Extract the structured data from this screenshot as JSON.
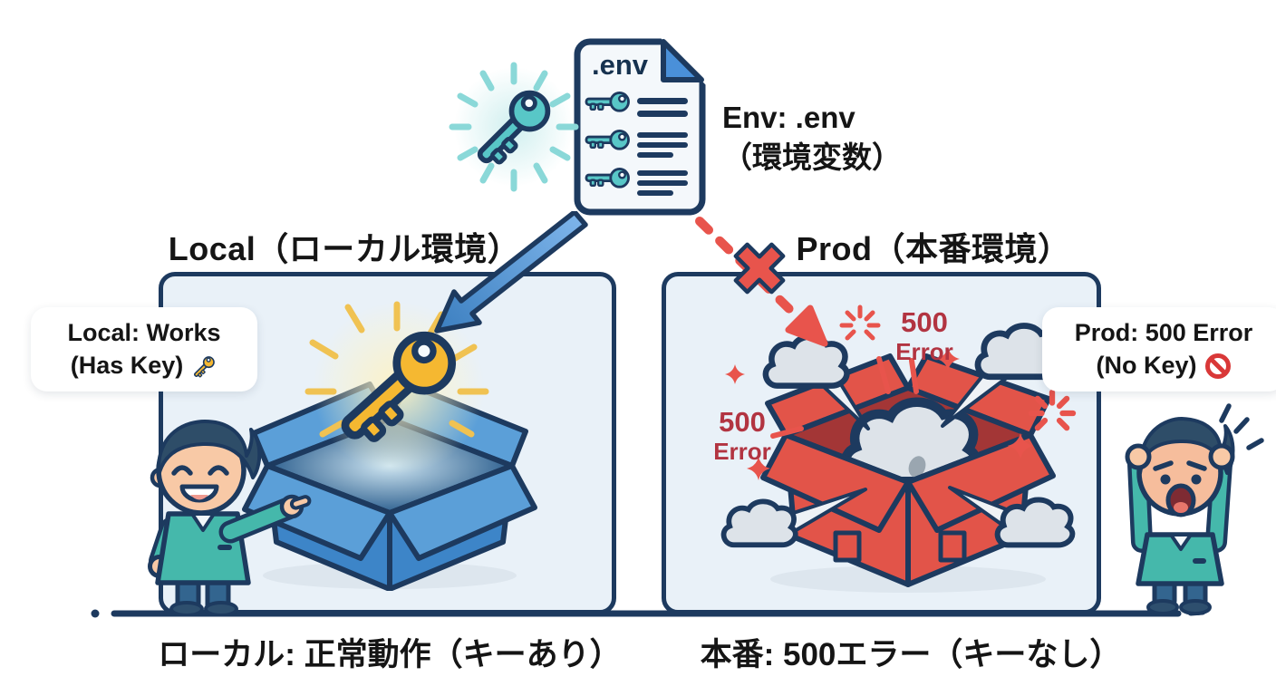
{
  "colors": {
    "outline_navy": "#1d3a5f",
    "navy_text": "#16324f",
    "text_dark": "#151515",
    "panel_fill": "#e9f1f8",
    "file_fill": "#f4f8fb",
    "fold_blue": "#4a90d9",
    "teal_key": "#58c7c7",
    "teal_ray": "#8ad8d8",
    "arrow_blue": "#4a8fd3",
    "error_red": "#e8544c",
    "error_text": "#b23441",
    "box_blue": "#3d85c8",
    "box_blue_light": "#5b9fd8",
    "gold_key": "#f5b831",
    "gold_ray": "#f0c252",
    "red_box": "#e25449",
    "smoke_gray": "#dde3e9",
    "shirt_teal": "#45b8ab",
    "pants_blue": "#33658f",
    "skin": "#f8c9a6",
    "hair_navy": "#2e4d68"
  },
  "icons": {
    "env_file": "document-with-key-entries",
    "glowing_teal_key": "key",
    "blue_arrow": "arrow-down-left",
    "red_dashed_arrow": "dashed-arrow-down-right",
    "x_mark": "cross-fail",
    "gold_key": "key",
    "open_box_blue": "open-box-with-key",
    "open_box_red": "exploding-box-with-smoke",
    "bubble_key": "key-emoji",
    "bubble_no_entry": "no-entry-emoji",
    "happy_developer": "person-pointing-smiling",
    "panicked_developer": "person-holding-head-distressed"
  },
  "env_file": {
    "filename": ".env",
    "label_line1": "Env: .env",
    "label_line2": "（環境変数）"
  },
  "local_section": {
    "heading": "Local（ローカル環境）",
    "bubble_line1": "Local: Works",
    "bubble_line2": "(Has Key)",
    "caption": "ローカル: 正常動作（キーあり）"
  },
  "prod_section": {
    "heading": "Prod（本番環境）",
    "bubble_line1": "Prod: 500 Error",
    "bubble_line2": "(No Key)",
    "caption": "本番: 500エラー（キーなし）",
    "error_label_top": {
      "line1": "500",
      "line2": "Error"
    },
    "error_label_left": {
      "line1": "500",
      "line2": "Error"
    }
  }
}
